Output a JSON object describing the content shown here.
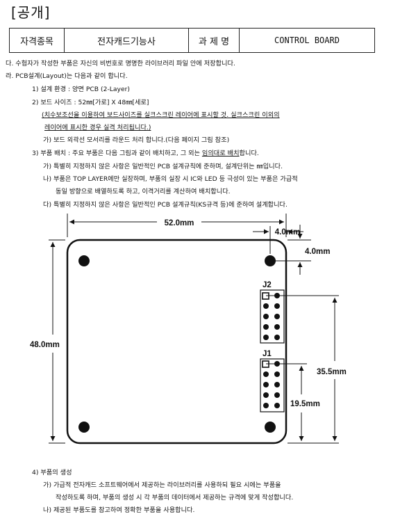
{
  "heading": "[공개]",
  "info_table": {
    "label1": "자격종목",
    "value1": "전자캐드기능사",
    "label2": "과 제 명",
    "value2": "CONTROL BOARD"
  },
  "lines": {
    "l1": "다. 수험자가 작성한 부품은 자신의 비번호로 명명한 라이브러리 파일 안에 저장합니다.",
    "l2": "라. PCB설계(Layout)는 다음과 같이 합니다.",
    "l3": "1) 설계 환경 : 양면 PCB (2-Layer)",
    "l4": "2) 보드 사이즈 : 52㎜[가로] X 48㎜[세로]",
    "l5": "(치수보조선을 이용하여 보드사이즈를 실크스크린 레이어에 표시할 것. 실크스크린 이외의",
    "l6": "레이어에 표시한 경우 실격 처리됩니다.)",
    "l7": "가) 보드 외곽선 모서리를 라운드 처리 합니다.(다음 페이지 그림 참조)",
    "l8a": "3) 부품 배치 : 주요 부품은 다음 그림과 같이 배치하고, 그 외는 ",
    "l8b": "임의대로 배치",
    "l8c": "합니다.",
    "l9": "가) 특별히 지정하지 않은 사항은 일반적인 PCB 설계규칙에 준하며, 설계단위는 ㎜입니다.",
    "l10": "나) 부품은 TOP LAYER에만 실장하며, 부품의 실장 시 IC와 LED 등 극성이 있는 부품은 가급적",
    "l11": "동일 방향으로 배열하도록 하고, 이격거리를 계산하여 배치합니다.",
    "l12": "다) 특별히 지정하지 않은 사항은 일반적인 PCB 설계규칙(KS규격 등)에 준하여 설계합니다.",
    "l13": "4) 부품의 생성",
    "l14": "가) 가급적 전자캐드 소프트웨어에서 제공하는 라이브러리를 사용하되 필요 시에는 부품을",
    "l15": "작성하도록 하며, 부품의 생성 시 각 부품의 데이터에서 제공하는 규격에 맞게 작성합니다.",
    "l16": "나) 제공된 부품도를 참고하여 정확한 부품을 사용합니다."
  },
  "figure": {
    "dim_width": "52.0mm",
    "dim_height": "48.0mm",
    "dim_x_offset": "4.0mm",
    "dim_y_offset": "4.0mm",
    "dim_j2": "35.5mm",
    "dim_j1": "19.5mm",
    "j1_label": "J1",
    "j2_label": "J2"
  }
}
